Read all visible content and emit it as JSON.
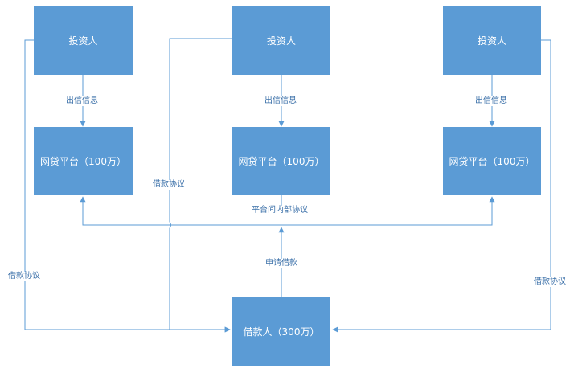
{
  "nodes": {
    "investor_left": "投资人",
    "investor_mid": "投资人",
    "investor_right": "投资人",
    "platform_left": "网贷平台（100万）",
    "platform_mid": "网贷平台（100万）",
    "platform_right": "网贷平台（100万）",
    "borrower": "借款人（300万）"
  },
  "labels": {
    "credit_info_left": "出信信息",
    "credit_info_mid": "出信信息",
    "credit_info_right": "出信信息",
    "loan_agreement_left": "借款协议",
    "loan_agreement_mid": "借款协议",
    "loan_agreement_right": "借款协议",
    "platform_internal_agreement": "平台间内部协议",
    "apply_loan": "申请借款"
  },
  "colors": {
    "box_fill": "#5b9bd5",
    "line": "#5b9bd5",
    "text_on_box": "#ffffff"
  }
}
